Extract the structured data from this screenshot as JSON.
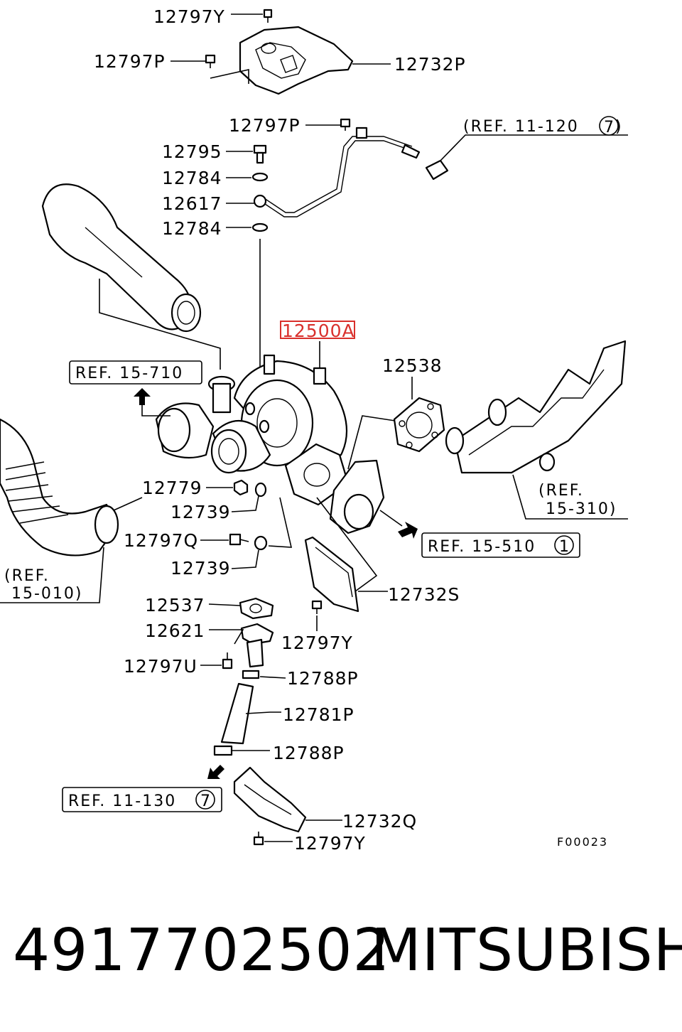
{
  "labels": {
    "l12797Y_top": "12797Y",
    "l12797P_a": "12797P",
    "l12732P": "12732P",
    "l12797P_b": "12797P",
    "l12795": "12795",
    "l12784_a": "12784",
    "l12617": "12617",
    "l12784_b": "12784",
    "l12500A": "12500A",
    "l12538": "12538",
    "l12779": "12779",
    "l12739_a": "12739",
    "l12797Q": "12797Q",
    "l12739_b": "12739",
    "l12732S": "12732S",
    "l12537": "12537",
    "l12621": "12621",
    "l12797Y_mid": "12797Y",
    "l12797U": "12797U",
    "l12788P_a": "12788P",
    "l12781P": "12781P",
    "l12788P_b": "12788P",
    "l12732Q": "12732Q",
    "l12797Y_bot": "12797Y"
  },
  "refs": {
    "ref_11_120": "(REF. 11-120",
    "ref_11_120_circle": "7",
    "ref_15_710": "REF. 15-710",
    "ref_15_310_l1": "(REF.",
    "ref_15_310_l2": "15-310)",
    "ref_15_510": "REF. 15-510",
    "ref_15_510_circle": "1",
    "ref_15_010_l1": "(REF.",
    "ref_15_010_l2": "15-010)",
    "ref_11_130": "REF. 11-130",
    "ref_11_130_circle": "7"
  },
  "figure_code": "F00023",
  "highlight_color": "#d9302c",
  "footer": {
    "part_number": "4917702502",
    "brand": "MITSUBISHI"
  }
}
